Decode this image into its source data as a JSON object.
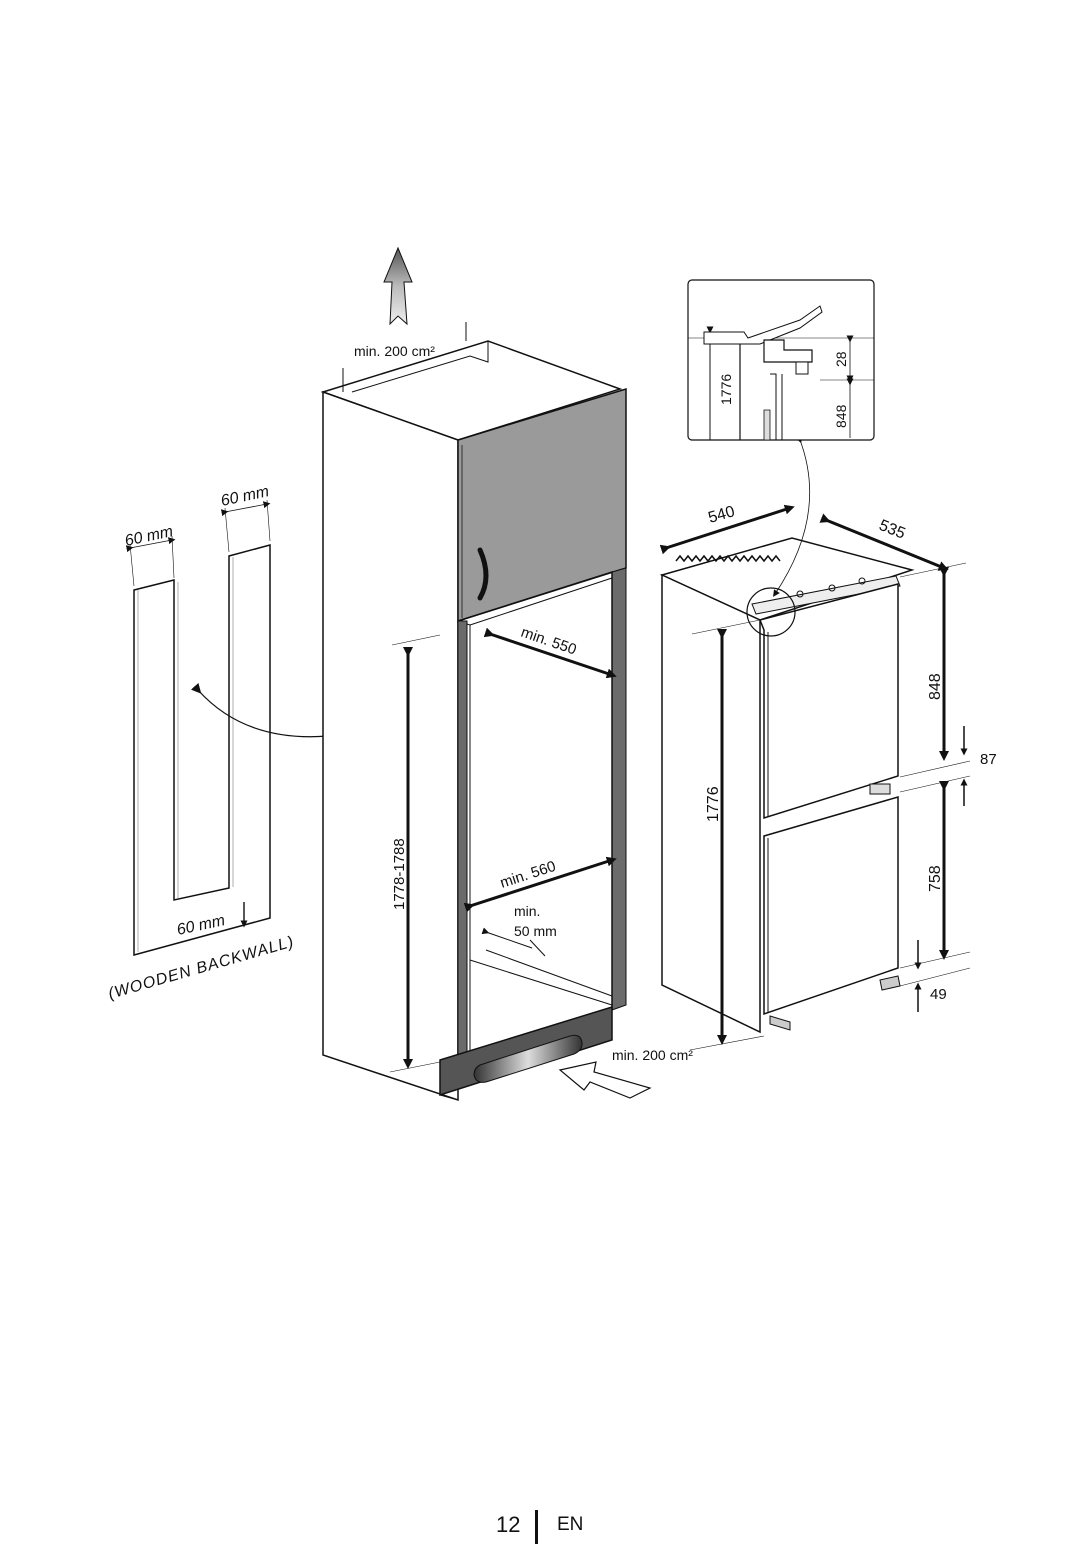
{
  "diagram": {
    "top_vent": "min. 200 cm²",
    "bottom_vent": "min. 200 cm²",
    "gap_left": "60 mm",
    "gap_right": "60 mm",
    "gap_bottom": "60 mm",
    "backwall_label": "(WOODEN BACKWALL)",
    "niche_width": "min. 550",
    "niche_depth": "min. 560",
    "rear_gap_line1": "min.",
    "rear_gap_line2": "50 mm",
    "niche_height": "1778-1788",
    "appliance_width": "540",
    "appliance_depth": "535",
    "appliance_height": "1776",
    "upper_door": "848",
    "middle_gap": "87",
    "lower_door": "758",
    "bottom_gap": "49",
    "detail_height": "1776",
    "detail_top": "28",
    "detail_door": "848"
  },
  "footer": {
    "page_number": "12",
    "language": "EN"
  }
}
